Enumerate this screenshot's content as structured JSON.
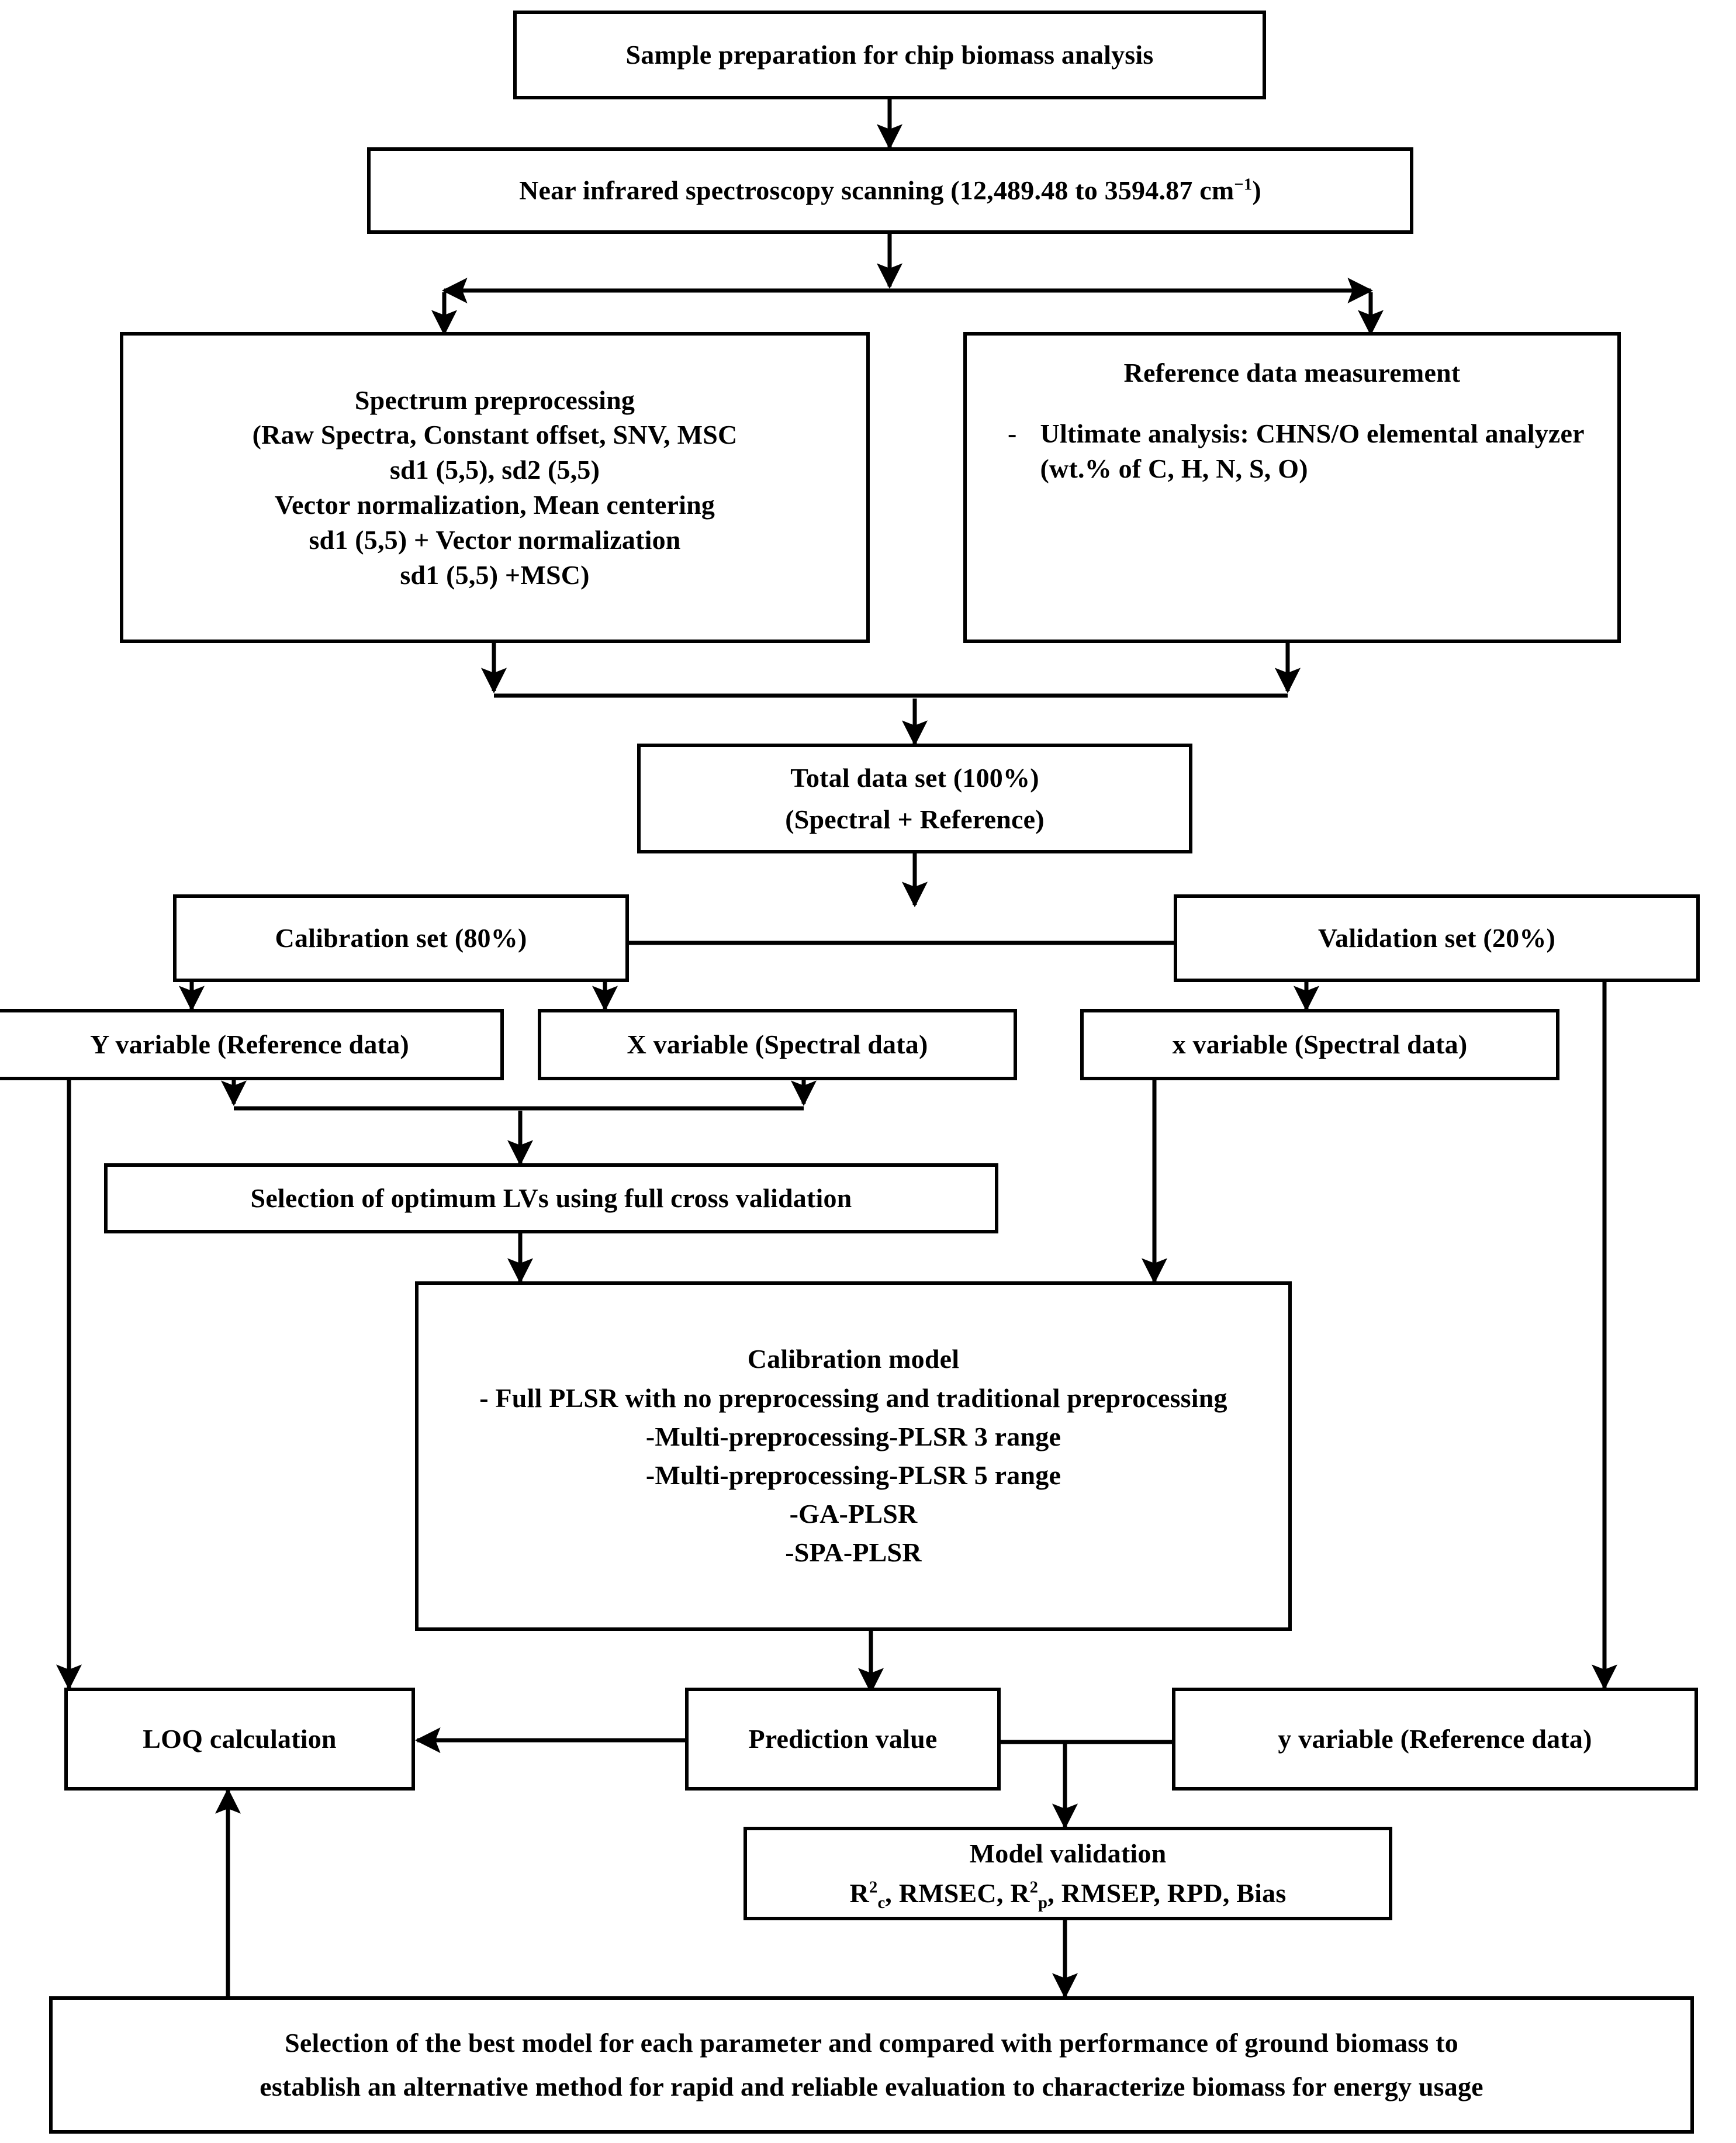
{
  "diagram": {
    "title": "NIR chip biomass analysis workflow flowchart",
    "stroke_color": "#000000",
    "background_color": "#ffffff"
  },
  "nodes": {
    "sample_prep": {
      "label": "Sample preparation for chip biomass analysis"
    },
    "nir_scan": {
      "label_before": "Near infrared spectroscopy scanning (12,489.48 to 3594.87 cm",
      "superscript": "−1",
      "label_after": ")"
    },
    "spectrum_preprocessing": {
      "lines": [
        "Spectrum preprocessing",
        "(Raw Spectra, Constant offset, SNV, MSC",
        "sd1 (5,5), sd2 (5,5)",
        "Vector normalization, Mean centering",
        "sd1 (5,5) + Vector normalization",
        "sd1 (5,5) +MSC)"
      ]
    },
    "reference_data": {
      "heading": "Reference data measurement",
      "bullet_dash": "-",
      "bullet_text": "Ultimate analysis: CHNS/O elemental analyzer (wt.% of C, H, N, S, O)"
    },
    "total_data_set": {
      "lines": [
        "Total data set (100%)",
        "(Spectral + Reference)"
      ]
    },
    "calibration_set": {
      "label": "Calibration set (80%)"
    },
    "validation_set": {
      "label": "Validation set (20%)"
    },
    "y_variable_cal": {
      "label": "Y variable (Reference data)"
    },
    "x_variable_cal": {
      "label": "X variable (Spectral data)"
    },
    "x_variable_val": {
      "label": "x variable (Spectral data)"
    },
    "optimum_lvs": {
      "label": "Selection of optimum LVs using full cross validation"
    },
    "calibration_model": {
      "lines": [
        "Calibration model",
        "- Full PLSR with no preprocessing and traditional preprocessing",
        "-Multi-preprocessing-PLSR 3 range",
        "-Multi-preprocessing-PLSR 5 range",
        "-GA-PLSR",
        "-SPA-PLSR"
      ]
    },
    "loq_calculation": {
      "label": "LOQ calculation"
    },
    "prediction_value": {
      "label": "Prediction value"
    },
    "y_variable_val": {
      "label": "y variable (Reference data)"
    },
    "model_validation": {
      "heading": "Model validation",
      "metrics_parts": [
        "R",
        "2",
        "c",
        ", RMSEC, ",
        "R",
        "2",
        "p",
        ", RMSEP, RPD, Bias"
      ],
      "metrics_plain": "R2c, RMSEC, R2p, RMSEP, RPD, Bias"
    },
    "best_model_selection": {
      "lines": [
        "Selection of the best model for each parameter and compared with performance of ground biomass to",
        "establish an alternative method for rapid and reliable evaluation to characterize biomass for energy usage"
      ]
    }
  },
  "edges": [
    {
      "from": "sample_prep",
      "to": "nir_scan",
      "type": "arrow-down"
    },
    {
      "from": "nir_scan",
      "to": "split-bar",
      "type": "arrow-down"
    },
    {
      "from": "split-bar",
      "to": "spectrum_preprocessing",
      "type": "arrow-down-left"
    },
    {
      "from": "split-bar",
      "to": "reference_data",
      "type": "arrow-down-right"
    },
    {
      "from": "spectrum_preprocessing",
      "to": "merge-bar",
      "type": "arrow-down"
    },
    {
      "from": "reference_data",
      "to": "merge-bar",
      "type": "arrow-down"
    },
    {
      "from": "merge-bar",
      "to": "total_data_set",
      "type": "arrow-down"
    },
    {
      "from": "total_data_set",
      "to": "calibration_set",
      "type": "arrow-left"
    },
    {
      "from": "total_data_set",
      "to": "validation_set",
      "type": "arrow-right"
    },
    {
      "from": "calibration_set",
      "to": "y_variable_cal",
      "type": "arrow-down"
    },
    {
      "from": "calibration_set",
      "to": "x_variable_cal",
      "type": "arrow-down"
    },
    {
      "from": "validation_set",
      "to": "x_variable_val",
      "type": "arrow-down"
    },
    {
      "from": "validation_set",
      "to": "y_variable_val",
      "type": "arrow-down-long"
    },
    {
      "from": "y_variable_cal",
      "to": "optimum_lvs",
      "type": "arrow-down"
    },
    {
      "from": "x_variable_cal",
      "to": "optimum_lvs",
      "type": "arrow-down"
    },
    {
      "from": "y_variable_cal",
      "to": "loq_calculation",
      "type": "arrow-down-long"
    },
    {
      "from": "optimum_lvs",
      "to": "calibration_model",
      "type": "arrow-down"
    },
    {
      "from": "x_variable_val",
      "to": "calibration_model",
      "type": "arrow-down"
    },
    {
      "from": "calibration_model",
      "to": "prediction_value",
      "type": "arrow-down"
    },
    {
      "from": "prediction_value",
      "to": "loq_calculation",
      "type": "arrow-left"
    },
    {
      "from": "prediction_value",
      "to": "model_validation",
      "type": "arrow-down"
    },
    {
      "from": "y_variable_val",
      "to": "model_validation",
      "type": "arrow-down"
    },
    {
      "from": "model_validation",
      "to": "best_model_selection",
      "type": "arrow-down"
    },
    {
      "from": "best_model_selection",
      "to": "loq_calculation",
      "type": "arrow-up"
    }
  ]
}
